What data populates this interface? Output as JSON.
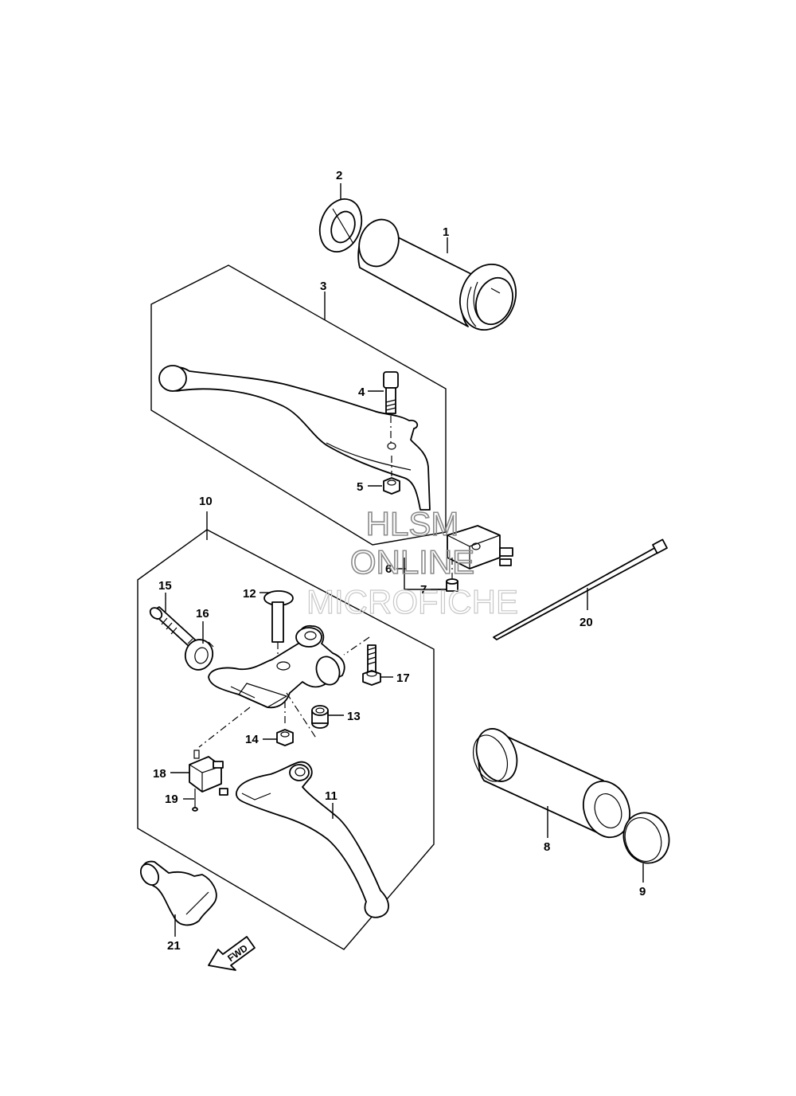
{
  "watermark": {
    "line1": "HLSM",
    "line2": "ONLINE",
    "line3": "MICROFICHE"
  },
  "fwd_label": "FWD",
  "callouts": {
    "c1": "1",
    "c2": "2",
    "c3": "3",
    "c4": "4",
    "c5": "5",
    "c6": "6",
    "c7": "7",
    "c8": "8",
    "c9": "9",
    "c10": "10",
    "c11": "11",
    "c12": "12",
    "c13": "13",
    "c14": "14",
    "c15": "15",
    "c16": "16",
    "c17": "17",
    "c18": "18",
    "c19": "19",
    "c20": "20",
    "c21": "21"
  }
}
